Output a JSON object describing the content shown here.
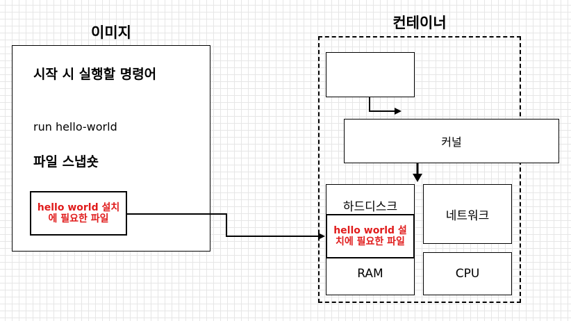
{
  "image": {
    "title": "이미지",
    "startup_command_heading": "시작 시 실행할 명령어",
    "command": "run hello-world",
    "snapshot_heading": "파일 스냅숏",
    "files_box": "hello world 설치에 필요한 파일"
  },
  "container": {
    "title": "컨테이너",
    "kernel": "커널",
    "disk": "하드디스크",
    "disk_files": "hello world 설치에 필요한 파일",
    "network": "네트워크",
    "ram": "RAM",
    "cpu": "CPU"
  },
  "colors": {
    "highlight_text": "#e01b1b",
    "lines": "#000000"
  }
}
